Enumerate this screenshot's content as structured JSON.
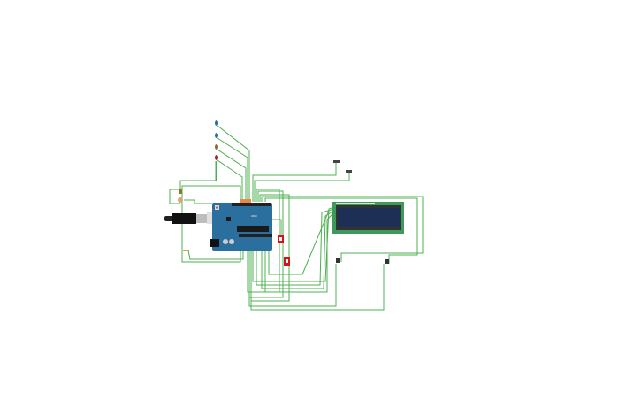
{
  "workspace": {
    "components": [
      {
        "type": "arduino-uno",
        "label": "UNO",
        "color": "#2b6f9f"
      },
      {
        "type": "lcd-16x2",
        "color": "#3d9a5c",
        "screen_color": "#1d2f55"
      },
      {
        "type": "led",
        "color": "#1f6fa8"
      },
      {
        "type": "led",
        "color": "#1f6fa8"
      },
      {
        "type": "led",
        "color": "#8a6a2a"
      },
      {
        "type": "led",
        "color": "#a52020"
      },
      {
        "type": "slide-switch",
        "color": "#d0161b"
      },
      {
        "type": "slide-switch",
        "color": "#d0161b"
      },
      {
        "type": "pushbutton"
      },
      {
        "type": "pushbutton"
      },
      {
        "type": "tilt-sensor"
      },
      {
        "type": "tilt-sensor"
      },
      {
        "type": "photoresistor"
      },
      {
        "type": "resistor"
      },
      {
        "type": "usb-cable"
      }
    ],
    "wire_color": "#4cb050"
  }
}
